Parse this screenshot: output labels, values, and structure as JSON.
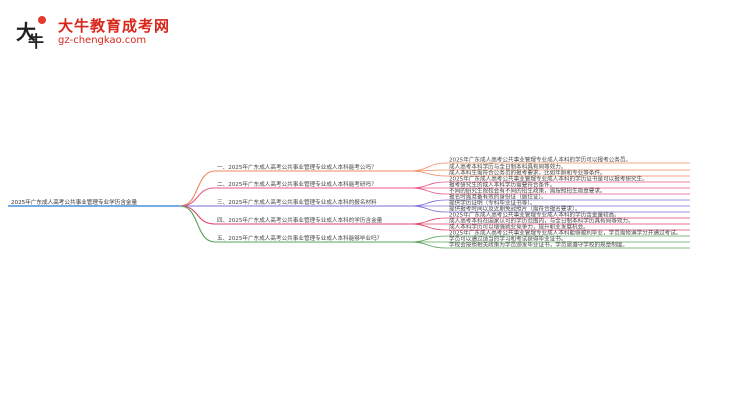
{
  "logo": {
    "mark_top": "大",
    "mark_bottom": "牛",
    "title": "大牛教育成考网",
    "url": "gz-chengkao.com"
  },
  "root": "2025年广东成人高考公共事业管理专业学历含金量",
  "branches": [
    {
      "label": "一、2025年广东成人高考公共事业管理专业成人本科能考公吗？",
      "color": "#f08a5d",
      "children": [
        "2025年广东成人高考公共事业管理专业成人本科的学历可以报考公务员。",
        "成人高考本科学历与全日制本科具有同等效力。",
        "成人本科生需符合公务员的报考要求，比如年龄和专业等条件。"
      ]
    },
    {
      "label": "二、2025年广东成人高考公共事业管理专业成人本科能考研吗？",
      "color": "#e8578a",
      "children": [
        "2025年广东成人高考公共事业管理专业成人本科的学历证书是可以报考研究生。",
        "报考研究生的成人本科学历需要符合条件。",
        "不同的研究生院校会有不同的招生政策，需按照招生简章要求。"
      ]
    },
    {
      "label": "三、2025年广东成人高考公共事业管理专业成人本科的报名材料",
      "color": "#7b6fd0",
      "children": [
        "报名时需准备有效的身份证（居住证）。",
        "提供学历证明（专科毕业证书等）。",
        "提供报考时间以及近期免冠照片（需符合报名要求）。"
      ]
    },
    {
      "label": "四、2025年广东成人高考公共事业管理专业成人本科的学历含金量",
      "color": "#e0436b",
      "children": [
        "2025年广东成人高考公共事业管理专业成人本科的学历含金量较高。",
        "成人高考本科在国家认可的学历范围内，与全日制本科学历具有同等效力。",
        "成人本科学历可以增强就业竞争力，提升职业发展机会。"
      ]
    },
    {
      "label": "五、2025年广东成人高考公共事业管理专业成人本科能够毕业吗？",
      "color": "#5aa55a",
      "children": [
        "2025年广东成人高考公共事业管理专业成人本科能够顺利毕业，学员需修满学分并通过考试。",
        "学员可以通过适当的学习和考试获得毕业证书。",
        "学校会按照相关政策为学员颁发毕业证书，学员需遵守学校的规章制度。"
      ]
    }
  ]
}
